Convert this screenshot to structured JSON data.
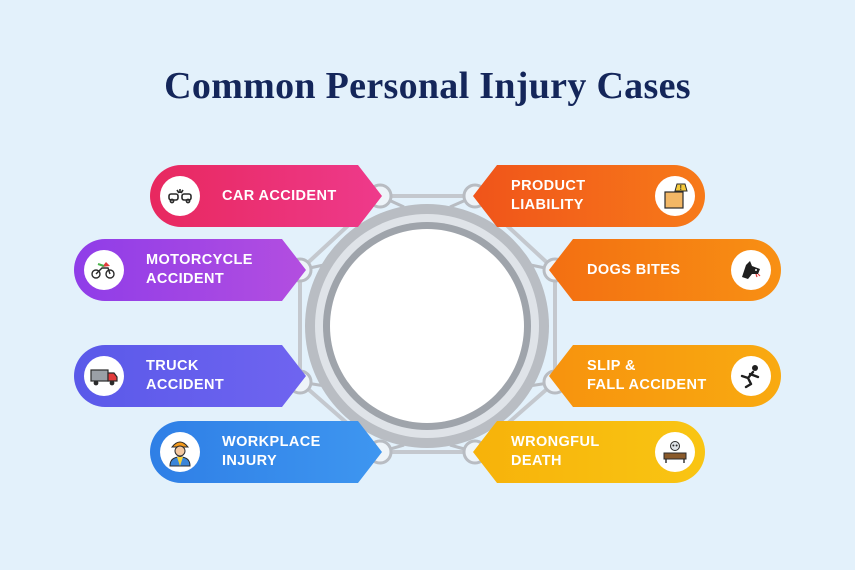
{
  "title": "Common Personal Injury Cases",
  "colors": {
    "background": "#e3f1fb",
    "title": "#14265a",
    "hub_ring": "#a9adb4",
    "connector": "#b5b9bf"
  },
  "cases": [
    {
      "label": "CAR ACCIDENT",
      "side": "left",
      "icon": "car-crash-icon",
      "gradient": [
        "#e8285f",
        "#ee3a8b"
      ]
    },
    {
      "label": "MOTORCYCLE\nACCIDENT",
      "side": "left",
      "icon": "motorcycle-crash-icon",
      "gradient": [
        "#8f3de8",
        "#b34ee0"
      ]
    },
    {
      "label": "TRUCK\nACCIDENT",
      "side": "left",
      "icon": "truck-icon",
      "gradient": [
        "#5a59e9",
        "#6f64f0"
      ]
    },
    {
      "label": "WORKPLACE\nINJURY",
      "side": "left",
      "icon": "worker-icon",
      "gradient": [
        "#2f7fe6",
        "#3e96f0"
      ]
    },
    {
      "label": "PRODUCT\nLIABILITY",
      "side": "right",
      "icon": "product-warning-icon",
      "gradient": [
        "#f0541a",
        "#f77a19"
      ]
    },
    {
      "label": "DOGS BITES",
      "side": "right",
      "icon": "dog-icon",
      "gradient": [
        "#f36f12",
        "#f89013"
      ]
    },
    {
      "label": "SLIP &\nFALL ACCIDENT",
      "side": "right",
      "icon": "slip-fall-icon",
      "gradient": [
        "#f7930e",
        "#f9aa10"
      ]
    },
    {
      "label": "WRONGFUL\nDEATH",
      "side": "right",
      "icon": "coffin-icon",
      "gradient": [
        "#f7b20a",
        "#f9c513"
      ]
    }
  ]
}
